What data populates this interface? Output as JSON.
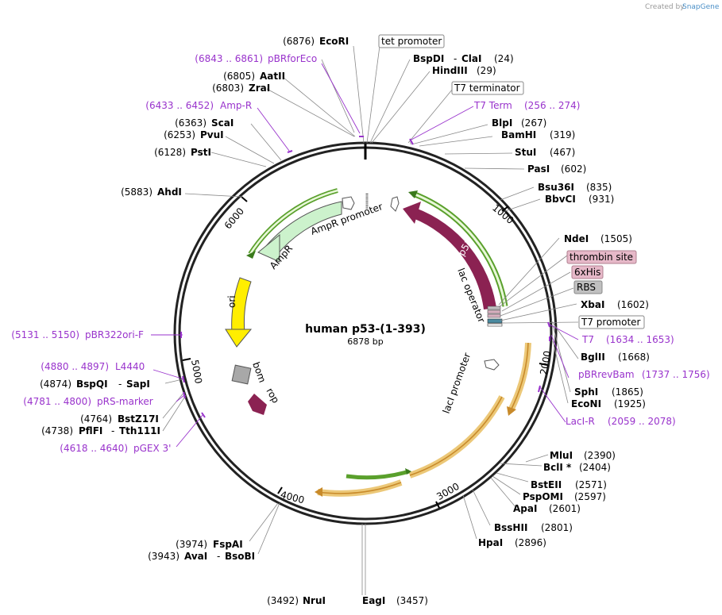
{
  "watermark": {
    "created_by": "Created by",
    "product": "SnapGene"
  },
  "plasmid": {
    "name": "human p53-(1-393)",
    "length": "6878 bp"
  },
  "ticks": [
    "1000",
    "2000",
    "3000",
    "4000",
    "5000",
    "6000"
  ],
  "features": {
    "p53": "p53",
    "lac_operator": "lac operator",
    "ampr_promoter": "AmpR promoter",
    "ampr": "AmpR",
    "ori": "ori",
    "bom": "bom",
    "rop": "rop",
    "laci_promoter": "lacI promoter"
  },
  "boxed_features": {
    "tet_promoter": "tet promoter",
    "t7_terminator": "T7 terminator",
    "thrombin_site": "thrombin site",
    "his_tag": "6xHis",
    "rbs": "RBS",
    "t7_promoter": "T7 promoter"
  },
  "sites": {
    "ecori": {
      "name": "EcoRI",
      "pos": "(6876)"
    },
    "bspdi": {
      "name": "BspDI",
      "name2": "ClaI",
      "pos": "(24)"
    },
    "hindiii": {
      "name": "HindIII",
      "pos": "(29)"
    },
    "aatii": {
      "name": "AatII",
      "pos": "(6805)"
    },
    "zrai": {
      "name": "ZraI",
      "pos": "(6803)"
    },
    "scai": {
      "name": "ScaI",
      "pos": "(6363)"
    },
    "pvui": {
      "name": "PvuI",
      "pos": "(6253)"
    },
    "psti": {
      "name": "PstI",
      "pos": "(6128)"
    },
    "ahdi": {
      "name": "AhdI",
      "pos": "(5883)"
    },
    "blpi": {
      "name": "BlpI",
      "pos": "(267)"
    },
    "bamhi": {
      "name": "BamHI",
      "pos": "(319)"
    },
    "stui": {
      "name": "StuI",
      "pos": "(467)"
    },
    "pasi": {
      "name": "PasI",
      "pos": "(602)"
    },
    "bsu36i": {
      "name": "Bsu36I",
      "pos": "(835)"
    },
    "bbvci": {
      "name": "BbvCI",
      "pos": "(931)"
    },
    "ndei": {
      "name": "NdeI",
      "pos": "(1505)"
    },
    "xbai": {
      "name": "XbaI",
      "pos": "(1602)"
    },
    "bglii": {
      "name": "BglII",
      "pos": "(1668)"
    },
    "sphi": {
      "name": "SphI",
      "pos": "(1865)"
    },
    "econi": {
      "name": "EcoNI",
      "pos": "(1925)"
    },
    "mlui": {
      "name": "MluI",
      "pos": "(2390)"
    },
    "bcli": {
      "name": "BclI *",
      "pos": "(2404)"
    },
    "bsteii": {
      "name": "BstEII",
      "pos": "(2571)"
    },
    "pspomi": {
      "name": "PspOMI",
      "pos": "(2597)"
    },
    "apai": {
      "name": "ApaI",
      "pos": "(2601)"
    },
    "bsshii": {
      "name": "BssHII",
      "pos": "(2801)"
    },
    "hpai": {
      "name": "HpaI",
      "pos": "(2896)"
    },
    "eagi": {
      "name": "EagI",
      "pos": "(3457)"
    },
    "nrui": {
      "name": "NruI",
      "pos": "(3492)"
    },
    "fspai": {
      "name": "FspAI",
      "pos": "(3974)"
    },
    "avai": {
      "name": "AvaI",
      "name2": "BsoBI",
      "pos": "(3943)"
    },
    "bstz17i": {
      "name": "BstZ17I",
      "pos": "(4764)"
    },
    "pflfi": {
      "name": "PflFI",
      "name2": "Tth111I",
      "pos": "(4738)"
    },
    "bspqi": {
      "name": "BspQI",
      "name2": "SapI",
      "pos": "(4874)"
    },
    "dash": "-"
  },
  "primers": {
    "pbrforeco": {
      "range": "(6843 .. 6861)",
      "name": "pBRforEco"
    },
    "ampr": {
      "range": "(6433 .. 6452)",
      "name": "Amp-R"
    },
    "t7term": {
      "name": "T7 Term",
      "range": "(256 .. 274)"
    },
    "t7": {
      "name": "T7",
      "range": "(1634 .. 1653)"
    },
    "pbrrevbam": {
      "name": "pBRrevBam",
      "range": "(1737 .. 1756)"
    },
    "laci_r": {
      "name": "LacI-R",
      "range": "(2059 .. 2078)"
    },
    "pbr322ori_f": {
      "range": "(5131 .. 5150)",
      "name": "pBR322ori-F"
    },
    "l4440": {
      "range": "(4880 .. 4897)",
      "name": "L4440"
    },
    "prs_marker": {
      "range": "(4781 .. 4800)",
      "name": "pRS-marker"
    },
    "pgex3": {
      "range": "(4618 .. 4640)",
      "name": "pGEX 3'"
    }
  },
  "colors": {
    "p53": "#8b2252",
    "ampr": "#ccf2cc",
    "ori": "#ffee00",
    "promoter": "#ffffff",
    "laci": "#ecc878",
    "primer": "#9933cc",
    "thrombin_box": "#e6b8c8",
    "his_box": "#e6b8c8",
    "rbs_box": "#c0c0c0"
  }
}
